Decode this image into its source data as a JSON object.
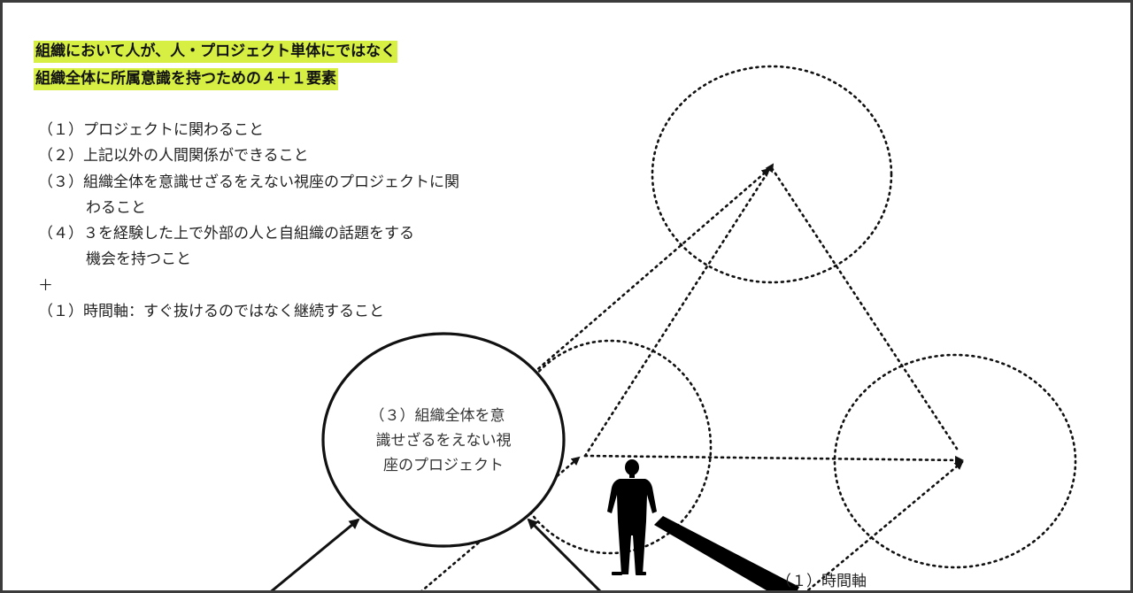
{
  "heading": {
    "line1": "組織において人が、人・プロジェクト単体にではなく",
    "line2": "組織全体に所属意識を持つための４＋１要素",
    "highlight_color": "#d6ef42"
  },
  "elements": [
    "（１）プロジェクトに関わること",
    "（２）上記以外の人間関係ができること",
    "（３）組織全体を意識せざるをえない視座のプロジェクトに関",
    "わること",
    "（４）３を経験した上で外部の人と自組織の話題をする",
    "機会を持つこと",
    "＋",
    "（１）時間軸：すぐ抜けるのではなく継続すること"
  ],
  "diagram": {
    "center_circle": [
      "（３）組織全体を意",
      "識せざるをえない視",
      "座のプロジェクト"
    ],
    "time_axis_label": "（１）時間軸"
  }
}
